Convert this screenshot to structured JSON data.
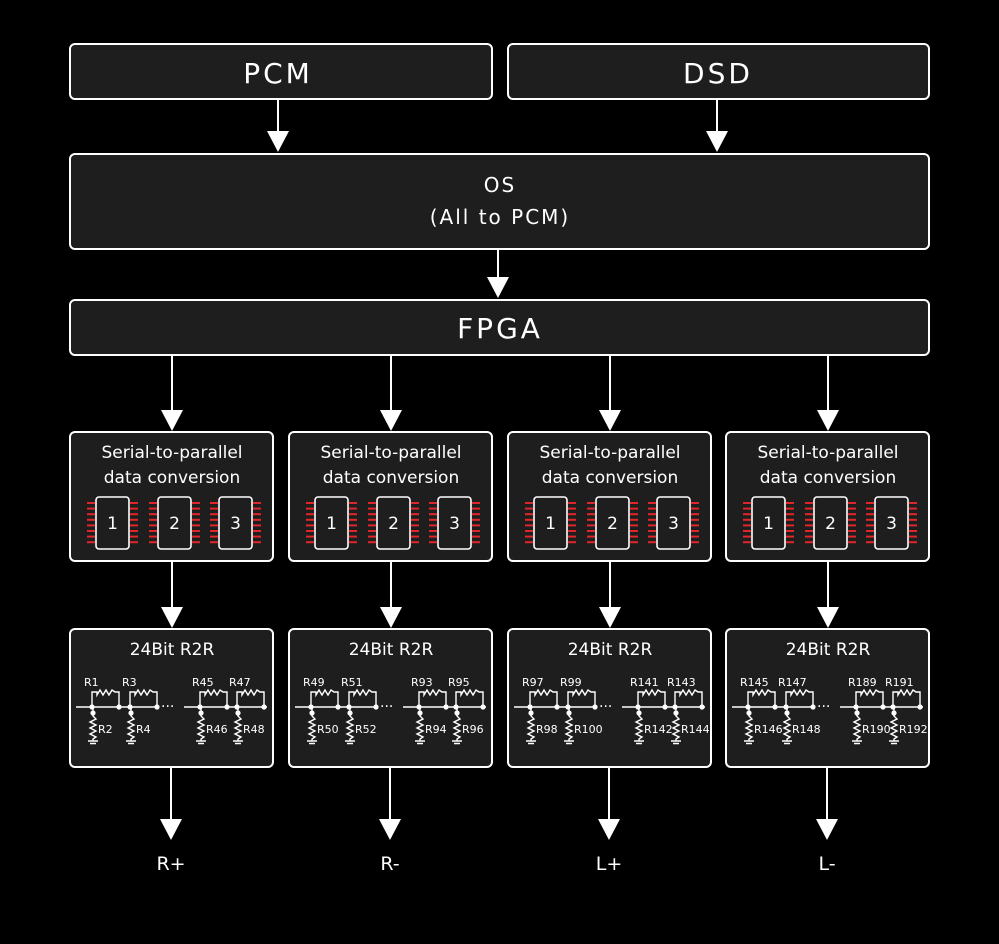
{
  "top": {
    "pcm": "PCM",
    "dsd": "DSD"
  },
  "os": {
    "line1": "OS",
    "line2": "(All to PCM)"
  },
  "fpga": "FPGA",
  "channels": [
    {
      "conv1": "Serial-to-parallel",
      "conv2": "data conversion",
      "chips": [
        "1",
        "2",
        "3"
      ],
      "r2r_title": "24Bit R2R",
      "series": [
        "R1",
        "R3",
        "R45",
        "R47"
      ],
      "shunt": [
        "R2",
        "R4",
        "R46",
        "R48"
      ],
      "output": "R+"
    },
    {
      "conv1": "Serial-to-parallel",
      "conv2": "data conversion",
      "chips": [
        "1",
        "2",
        "3"
      ],
      "r2r_title": "24Bit R2R",
      "series": [
        "R49",
        "R51",
        "R93",
        "R95"
      ],
      "shunt": [
        "R50",
        "R52",
        "R94",
        "R96"
      ],
      "output": "R-"
    },
    {
      "conv1": "Serial-to-parallel",
      "conv2": "data conversion",
      "chips": [
        "1",
        "2",
        "3"
      ],
      "r2r_title": "24Bit R2R",
      "series": [
        "R97",
        "R99",
        "R141",
        "R143"
      ],
      "shunt": [
        "R98",
        "R100",
        "R142",
        "R144"
      ],
      "output": "L+"
    },
    {
      "conv1": "Serial-to-parallel",
      "conv2": "data conversion",
      "chips": [
        "1",
        "2",
        "3"
      ],
      "r2r_title": "24Bit R2R",
      "series": [
        "R145",
        "R147",
        "R189",
        "R191"
      ],
      "shunt": [
        "R146",
        "R148",
        "R190",
        "R192"
      ],
      "output": "L-"
    }
  ],
  "colors": {
    "pin": "#e0262b",
    "box": "#1e1e1e"
  }
}
